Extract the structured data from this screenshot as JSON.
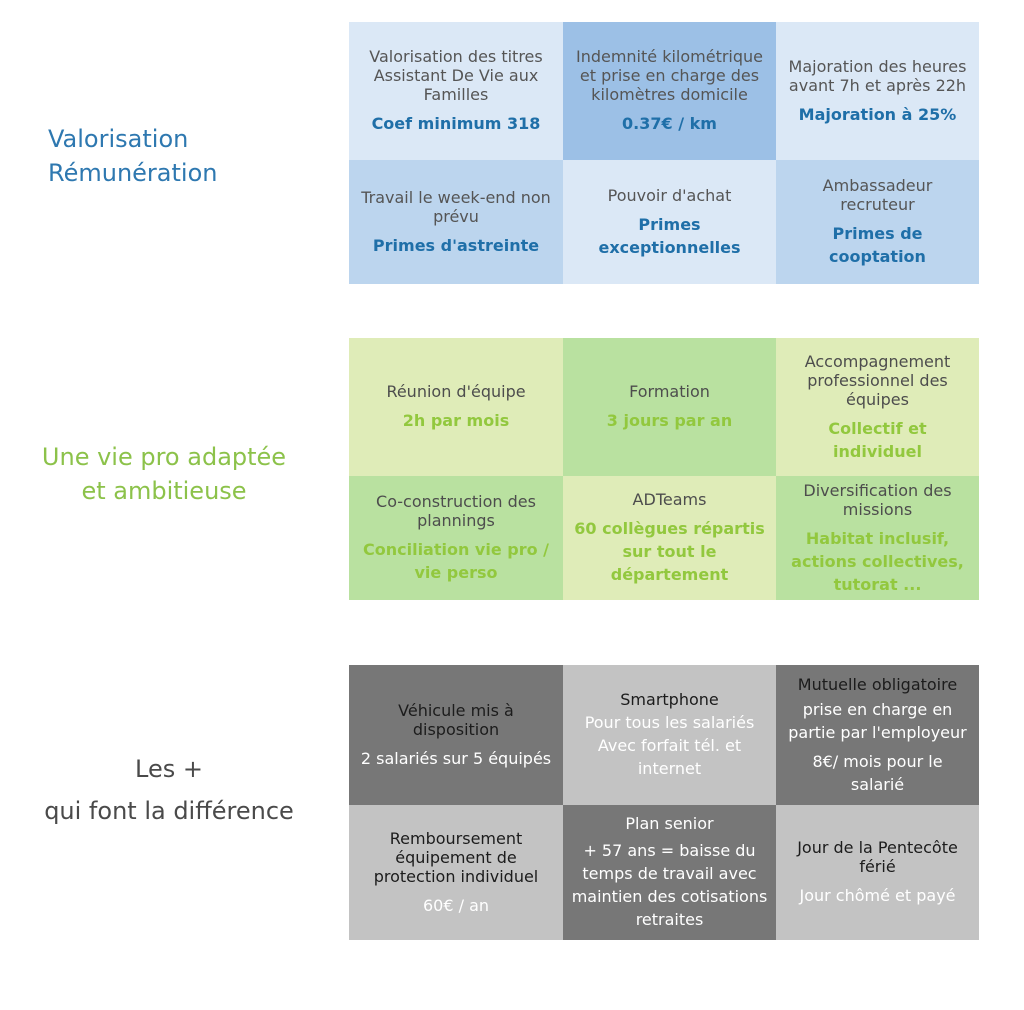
{
  "sections": {
    "remuneration": {
      "title_line1": "Valorisation",
      "title_line2": "Rémunération",
      "cells": [
        {
          "label": "Valorisation des titres Assistant De Vie aux Familles",
          "value": "Coef minimum 318"
        },
        {
          "label": "Indemnité kilométrique et prise en charge des kilomètres domicile",
          "value": "0.37€ / km"
        },
        {
          "label": "Majoration des heures avant 7h et après 22h",
          "value": "Majoration à 25%"
        },
        {
          "label": "Travail le week-end non prévu",
          "value": "Primes d'astreinte"
        },
        {
          "label": "Pouvoir d'achat",
          "value": "Primes exceptionnelles"
        },
        {
          "label": "Ambassadeur recruteur",
          "value": "Primes de cooptation"
        }
      ]
    },
    "vie_pro": {
      "title_line1": "Une vie pro adaptée",
      "title_line2": "et ambitieuse",
      "cells": [
        {
          "label": "Réunion d'équipe",
          "value": "2h par mois"
        },
        {
          "label": "Formation",
          "value": "3 jours par an"
        },
        {
          "label": "Accompagnement professionnel des équipes",
          "value": "Collectif et individuel"
        },
        {
          "label": "Co-construction des plannings",
          "value": "Conciliation vie pro / vie perso"
        },
        {
          "label": "ADTeams",
          "value": "60 collègues répartis sur tout le département"
        },
        {
          "label": "Diversification des missions",
          "value": "Habitat inclusif, actions collectives, tutorat ..."
        }
      ]
    },
    "plus": {
      "title_line1": "Les +",
      "title_line2": "qui font la différence",
      "cells": [
        {
          "label": "Véhicule mis à disposition",
          "value": "2 salariés sur 5 équipés"
        },
        {
          "label": "Smartphone",
          "value": "Pour tous les salariés Avec forfait tél. et internet"
        },
        {
          "label": "Mutuelle obligatoire",
          "value_line1": "prise en charge en partie par l'employeur",
          "value_line2": "8€/ mois pour le salarié"
        },
        {
          "label": "Remboursement équipement de protection individuel",
          "value": "60€ / an"
        },
        {
          "label": "Plan senior",
          "value": "+ 57 ans = baisse du temps de travail avec maintien des cotisations retraites"
        },
        {
          "label": "Jour de la Pentecôte férié",
          "value": "Jour chômé et payé"
        }
      ]
    }
  }
}
